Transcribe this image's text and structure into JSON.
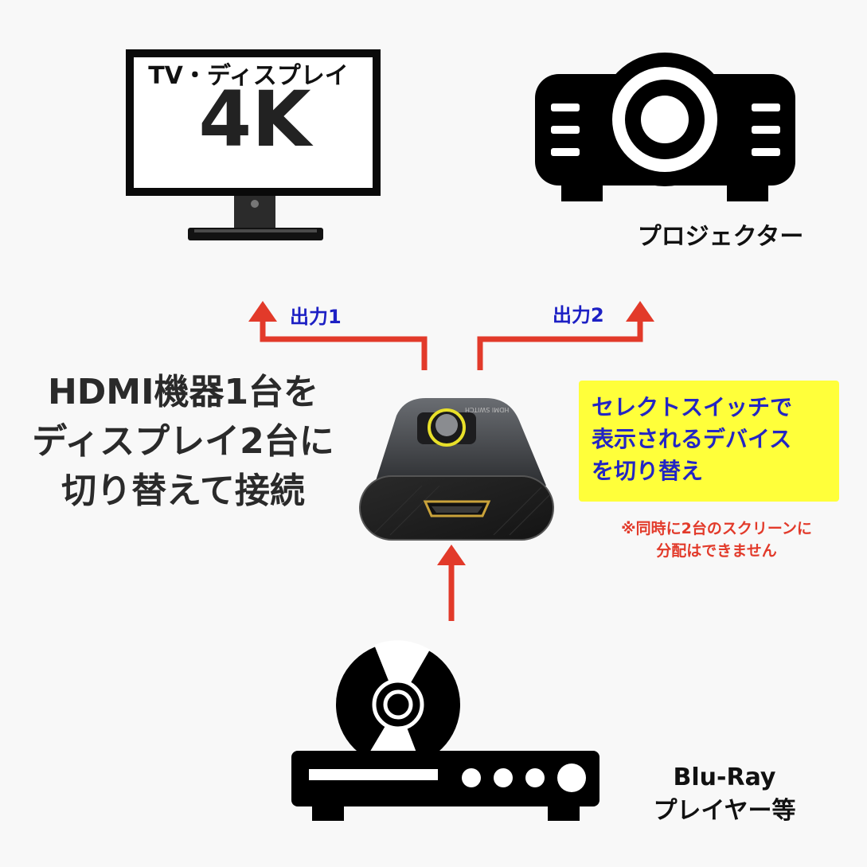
{
  "monitor": {
    "heading": "TV・ディスプレイ",
    "resolution": "4K"
  },
  "projector": {
    "label": "プロジェクター"
  },
  "outputs": {
    "out1": "出力1",
    "out2": "出力2"
  },
  "device": {
    "top_label": "HDMI SWITCH"
  },
  "main_copy": {
    "line1": "HDMI機器1台を",
    "line2": "ディスプレイ2台に",
    "line3": "切り替えて接続"
  },
  "callout": {
    "line1": "セレクトスイッチで",
    "line2": "表示されるデバイス",
    "line3": "を切り替え"
  },
  "note": {
    "line1": "※同時に2台のスクリーンに",
    "line2": "分配はできません"
  },
  "player": {
    "line1": "Blu-Ray",
    "line2": "プレイヤー等"
  },
  "colors": {
    "arrow": "#e23a2a",
    "label_blue": "#1d20c4",
    "callout_bg": "#ffff3a",
    "button_ring": "#e8e02a",
    "hdmi_port": "#c9a23a"
  }
}
